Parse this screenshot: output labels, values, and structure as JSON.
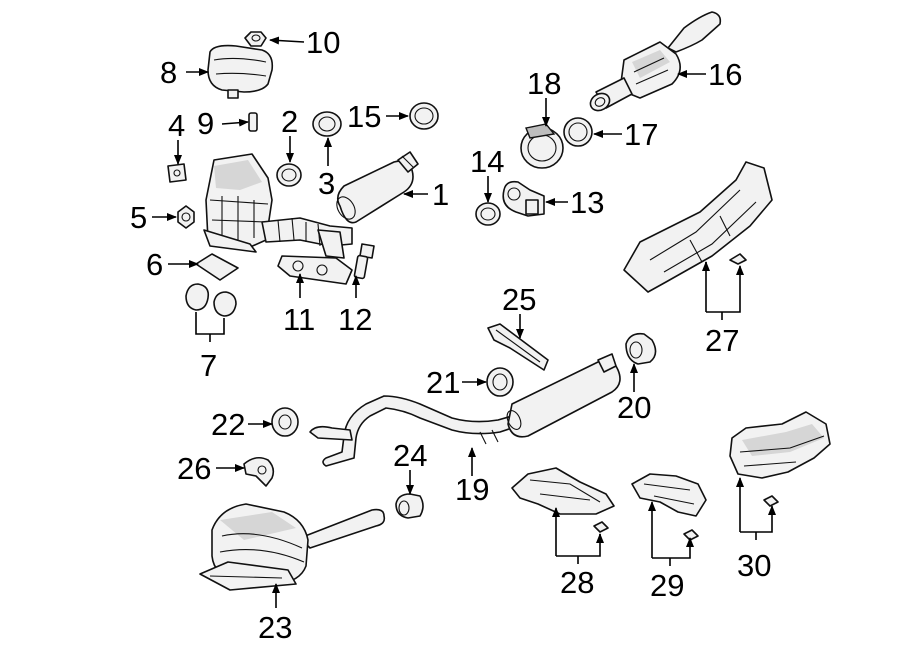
{
  "callouts": {
    "c1": "1",
    "c2": "2",
    "c3": "3",
    "c4": "4",
    "c5": "5",
    "c6": "6",
    "c7": "7",
    "c8": "8",
    "c9": "9",
    "c10": "10",
    "c11": "11",
    "c12": "12",
    "c13": "13",
    "c14": "14",
    "c15": "15",
    "c16": "16",
    "c17": "17",
    "c18": "18",
    "c19": "19",
    "c20": "20",
    "c21": "21",
    "c22": "22",
    "c23": "23",
    "c24": "24",
    "c25": "25",
    "c26": "26",
    "c27": "27",
    "c28": "28",
    "c29": "29",
    "c30": "30"
  },
  "colors": {
    "line": "#111111",
    "part_fill": "#f2f2f2",
    "shade": "#d6d6d6",
    "background": "#ffffff"
  }
}
